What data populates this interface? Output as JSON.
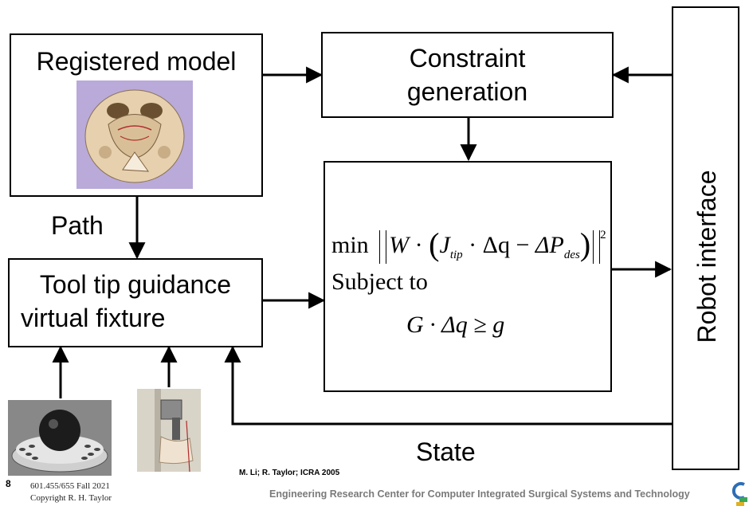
{
  "blocks": {
    "registered_model": "Registered model",
    "constraint_generation_line1": "Constraint",
    "constraint_generation_line2": "generation",
    "tool_tip_line1": "Tool tip guidance",
    "tool_tip_line2": "virtual fixture",
    "robot_interface": "Robot interface"
  },
  "equation": {
    "min": "min",
    "W": "W",
    "dot": "·",
    "J": "J",
    "tip": "tip",
    "dq": "Δq",
    "minus": "−",
    "dP": "ΔP",
    "des": "des",
    "power": "2",
    "subject_to": "Subject to",
    "constraint": "G · Δq ≥ g"
  },
  "edge_labels": {
    "path": "Path",
    "state": "State"
  },
  "footer": {
    "slide_number": "8",
    "course": "601.455/655 Fall 2021",
    "copyright": "Copyright R. H. Taylor",
    "citation": "M. Li; R. Taylor; ICRA 2005",
    "center": "Engineering Research Center for Computer Integrated Surgical Systems and Technology"
  },
  "colors": {
    "skull_bg": "#b8a8d8",
    "skull": "#e8d2b2",
    "accent_logo": "#2e6db4"
  }
}
